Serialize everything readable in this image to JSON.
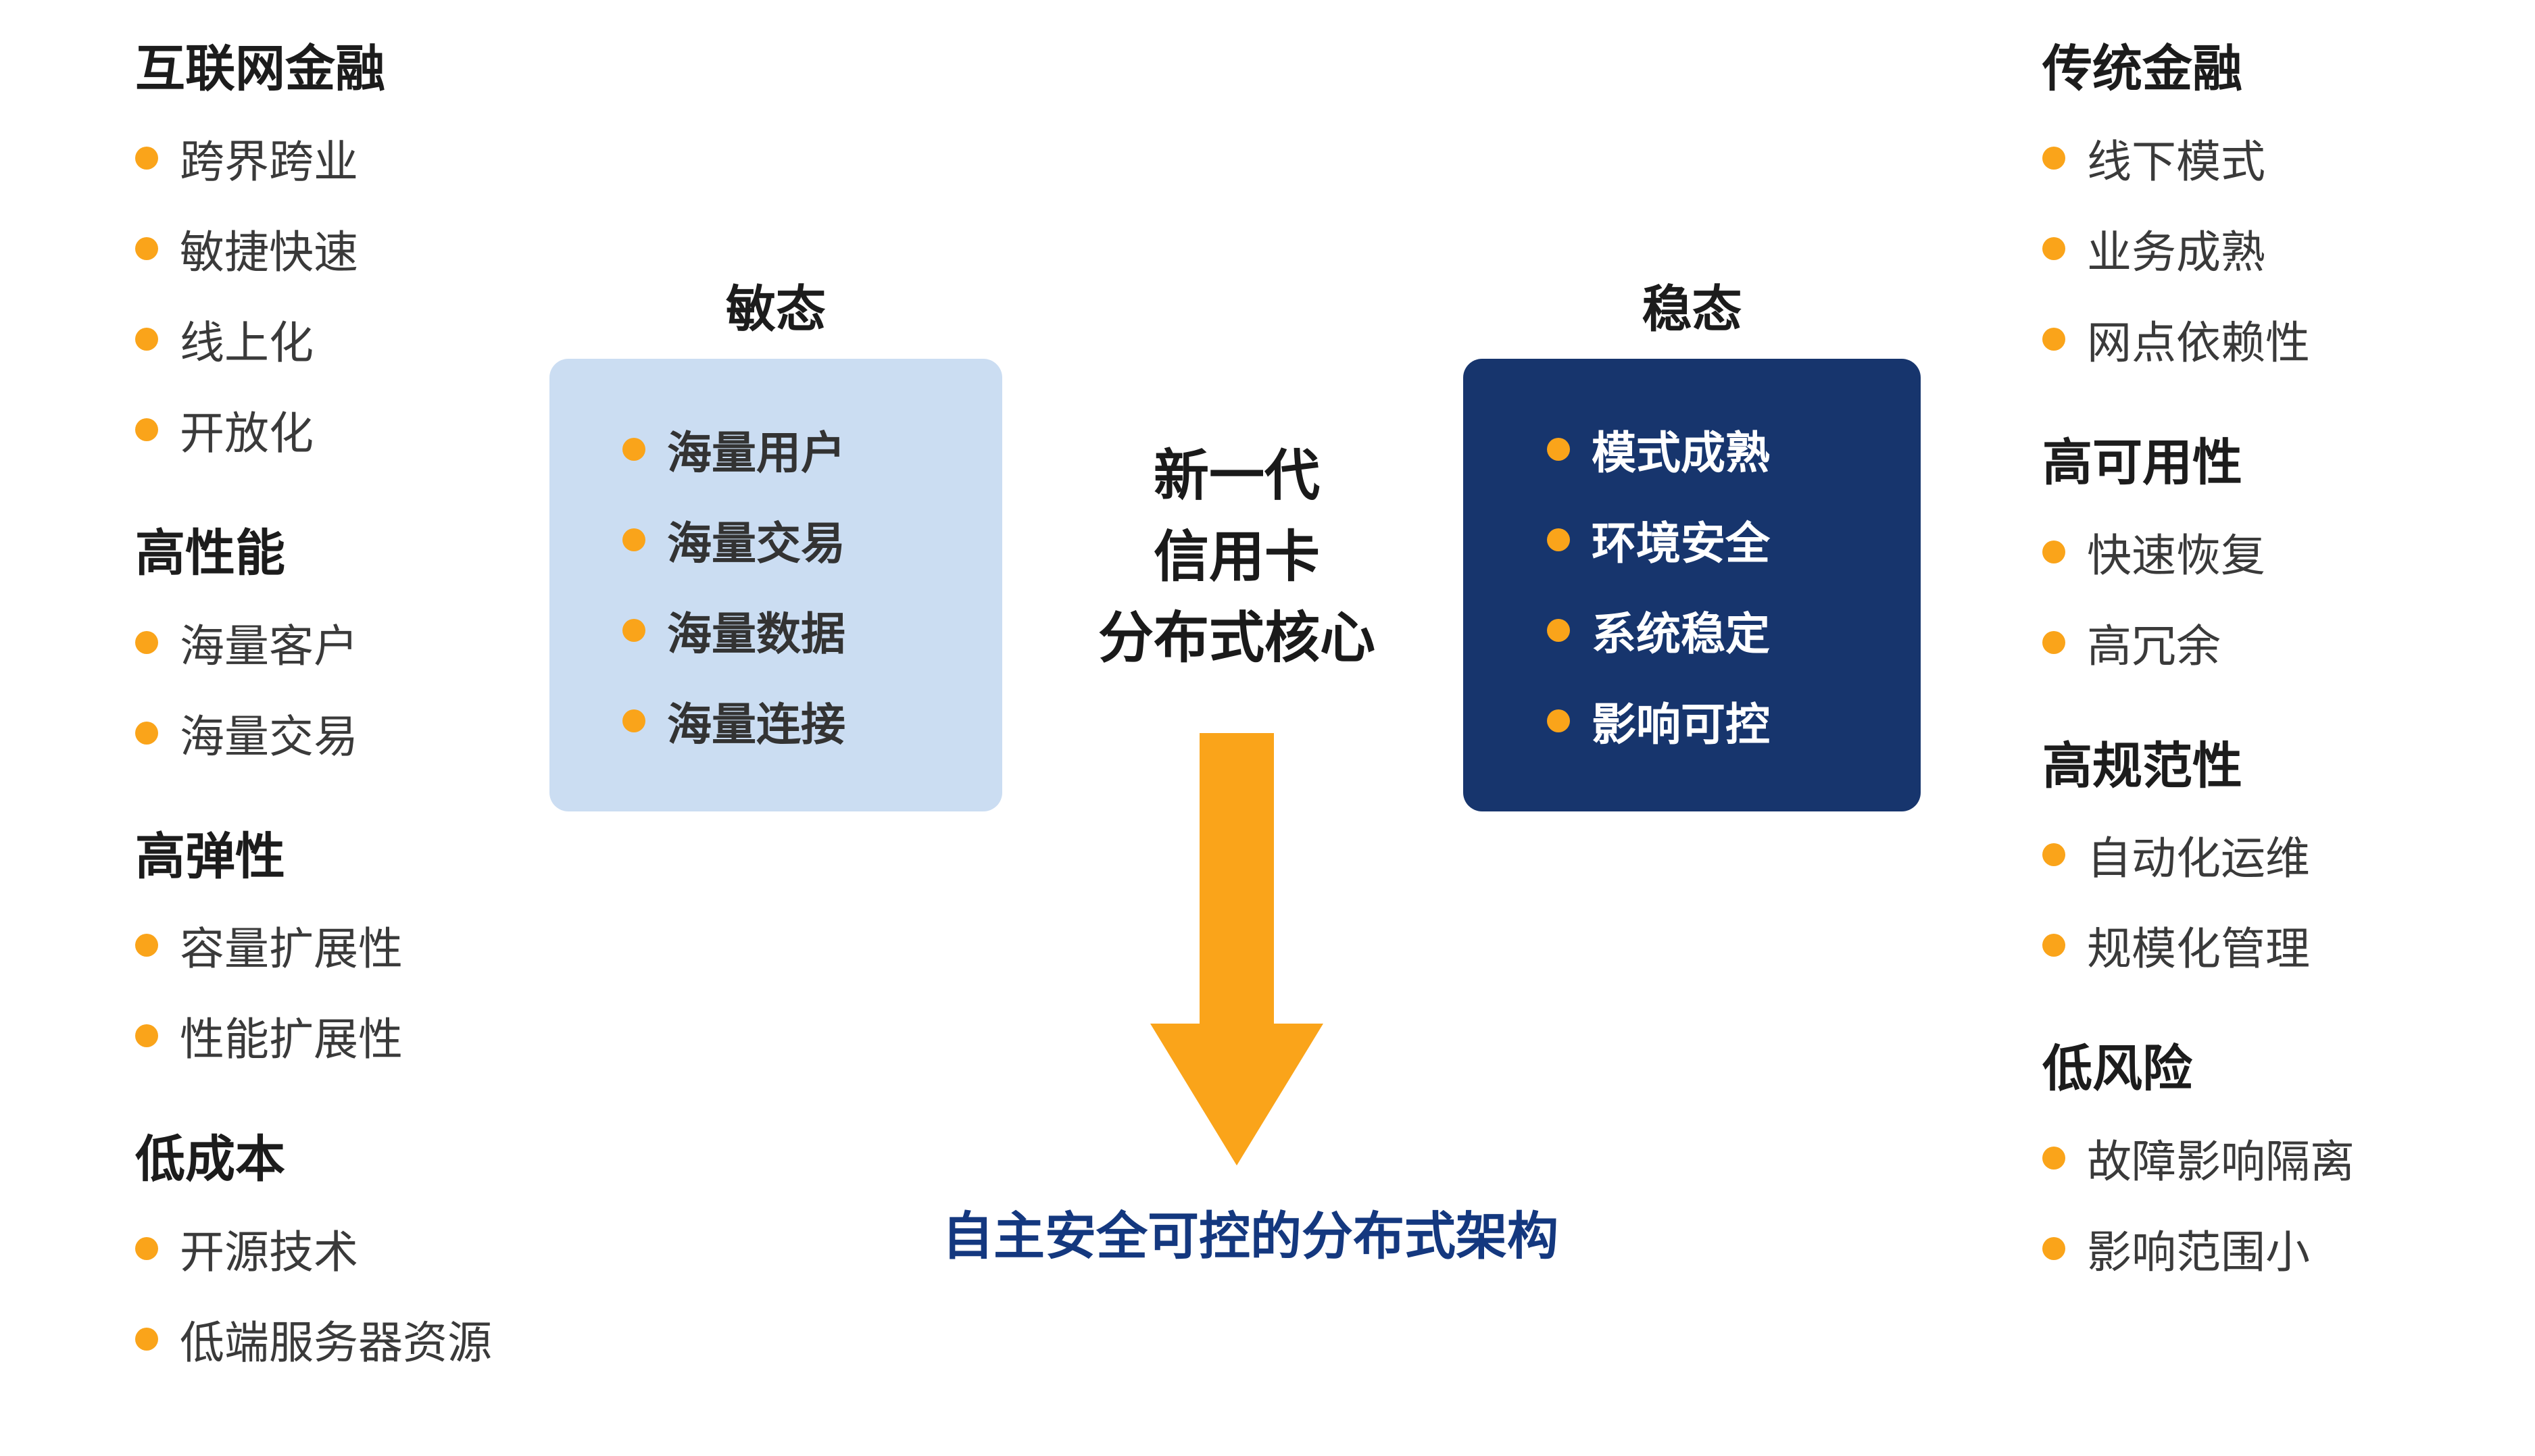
{
  "left_panel": {
    "groups": [
      {
        "heading": "互联网金融",
        "items": [
          "跨界跨业",
          "敏捷快速",
          "线上化",
          "开放化"
        ]
      },
      {
        "heading": "高性能",
        "items": [
          "海量客户",
          "海量交易"
        ]
      },
      {
        "heading": "高弹性",
        "items": [
          "容量扩展性",
          "性能扩展性"
        ]
      },
      {
        "heading": "低成本",
        "items": [
          "开源技术",
          "低端服务器资源"
        ]
      }
    ]
  },
  "right_panel": {
    "groups": [
      {
        "heading": "传统金融",
        "items": [
          "线下模式",
          "业务成熟",
          "网点依赖性"
        ]
      },
      {
        "heading": "高可用性",
        "items": [
          "快速恢复",
          "高冗余"
        ]
      },
      {
        "heading": "高规范性",
        "items": [
          "自动化运维",
          "规模化管理"
        ]
      },
      {
        "heading": "低风险",
        "items": [
          "故障影响隔离",
          "影响范围小"
        ]
      }
    ]
  },
  "agile_box": {
    "label": "敏态",
    "items": [
      "海量用户",
      "海量交易",
      "海量数据",
      "海量连接"
    ]
  },
  "stable_box": {
    "label": "稳态",
    "items": [
      "模式成熟",
      "环境安全",
      "系统稳定",
      "影响可控"
    ]
  },
  "center_title": {
    "line1": "新一代",
    "line2": "信用卡",
    "line3": "分布式核心"
  },
  "bottom_caption": "自主安全可控的分布式架构",
  "colors": {
    "accent_orange": "#FAA41A",
    "navy_box": "#17356D",
    "light_blue_box": "#CBDDF2",
    "caption_blue": "#14387F",
    "heading_text": "#1c1c1c",
    "item_text": "#3a3a3a"
  }
}
